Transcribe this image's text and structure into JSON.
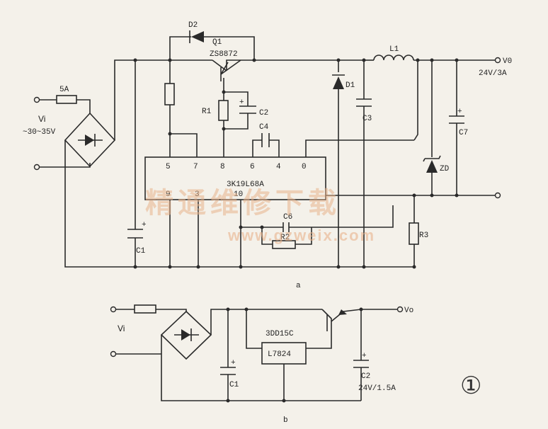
{
  "circuit_a": {
    "fuse": "5A",
    "input": "Vi",
    "input_range": "~30~35V",
    "diode_d2": "D2",
    "transistor_q1": "Q1",
    "transistor_part": "ZS8872",
    "resistor_r1": "R1",
    "cap_c2": "C2",
    "cap_c4": "C4",
    "ic_part": "3K19L68A",
    "pin_5": "5",
    "pin_7": "7",
    "pin_8": "8",
    "pin_6": "6",
    "pin_4": "4",
    "pin_0": "0",
    "pin_9": "9",
    "pin_3": "3",
    "pin_10": "10",
    "diode_d1": "D1",
    "cap_c3": "C3",
    "inductor_l1": "L1",
    "output": "V0",
    "output_rating": "24V/3A",
    "cap_c7": "C7",
    "zener_zd": "ZD",
    "resistor_r3": "R3",
    "cap_c6": "C6",
    "resistor_r2": "R2",
    "cap_c1": "C1",
    "caption": "a"
  },
  "circuit_b": {
    "input": "Vi",
    "transistor_part": "3DD15C",
    "regulator": "L7824",
    "output": "Vo",
    "cap_c1": "C1",
    "cap_c2": "C2",
    "output_rating": "24V/1.5A",
    "caption": "b"
  },
  "figure_number": "①",
  "watermark": {
    "chinese": "精通维修下载",
    "url": "www.gzweix.com"
  }
}
